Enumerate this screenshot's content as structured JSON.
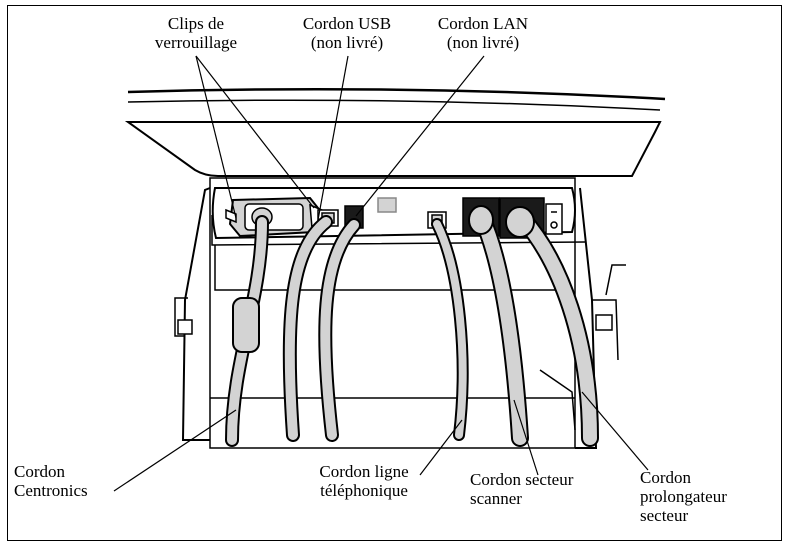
{
  "labels": {
    "locking_clips": "Clips de\nverrouillage",
    "usb_cord": "Cordon USB\n(non livré)",
    "lan_cord": "Cordon LAN\n(non livré)",
    "centronics_cord": "Cordon\nCentronics",
    "phone_line_cord": "Cordon ligne\ntéléphonique",
    "scanner_power_cord": "Cordon secteur\nscanner",
    "extension_power_cord": "Cordon\nprolongateur\nsecteur"
  },
  "colors": {
    "line": "#000000",
    "cable_fill": "#d3d3d3",
    "connector_black": "#1a1a1a",
    "machine_fill": "#ffffff"
  }
}
